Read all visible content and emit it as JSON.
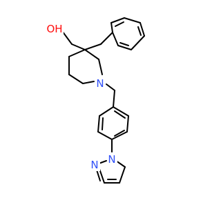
{
  "molecule": {
    "atoms": {
      "oh": {
        "text": "OH",
        "color": "#ff0d0d"
      },
      "n_piperidine": {
        "text": "N",
        "color": "#3050f8"
      },
      "n_pyrazole_1": {
        "text": "N",
        "color": "#3050f8"
      },
      "n_pyrazole_2": {
        "text": "N",
        "color": "#3050f8"
      }
    }
  }
}
